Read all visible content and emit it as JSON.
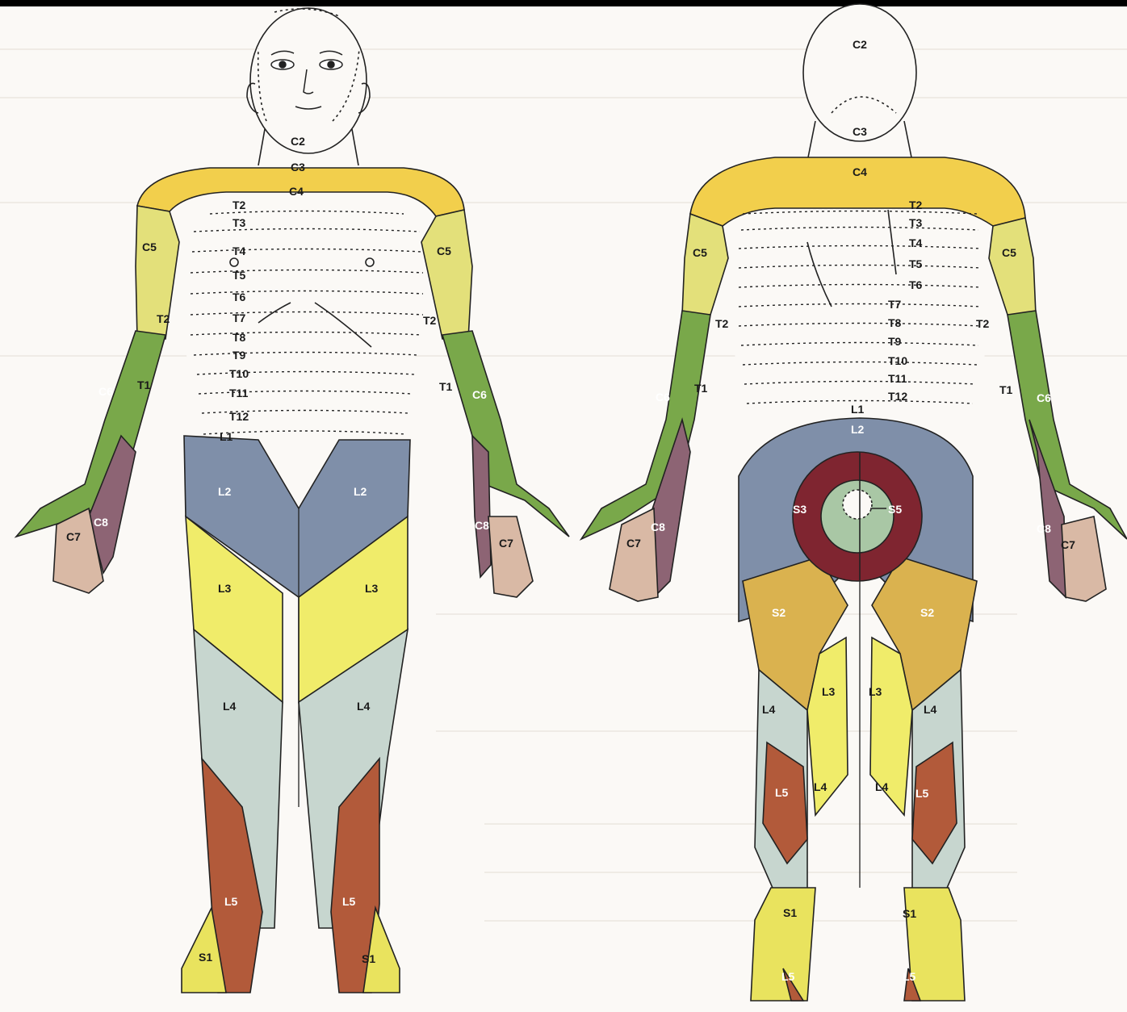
{
  "colors": {
    "C4": "#f2cf4c",
    "C5": "#e3e07a",
    "C6": "#79a84a",
    "C7": "#d9b9a5",
    "C8": "#8d6474",
    "L2": "#7f8fa9",
    "L3": "#f0ec6a",
    "L4": "#c7d6cf",
    "L5": "#b25a3a",
    "S1": "#e9e35e",
    "S2": "#dab24f",
    "S3": "#7f2530",
    "S5": "#a9c7a5",
    "outline": "#222222",
    "background": "#fbf9f6"
  },
  "front": {
    "neck": [
      "C2",
      "C3",
      "C4"
    ],
    "thoracic": [
      "T2",
      "T3",
      "T4",
      "T5",
      "T6",
      "T7",
      "T8",
      "T9",
      "T10",
      "T11",
      "T12",
      "L1"
    ],
    "arm_labels": [
      "C5",
      "T2",
      "C6",
      "T1",
      "C7",
      "C8"
    ],
    "leg_labels": [
      "L2",
      "L3",
      "L4",
      "L5",
      "S1"
    ]
  },
  "back": {
    "neck": [
      "C2",
      "C3",
      "C4"
    ],
    "thoracic": [
      "T2",
      "T3",
      "T4",
      "T5",
      "T6",
      "T7",
      "T8",
      "T9",
      "T10",
      "T11",
      "T12",
      "L1",
      "L2"
    ],
    "arm_labels": [
      "C5",
      "T2",
      "C6",
      "T1",
      "C7",
      "C8"
    ],
    "sacral": [
      "S3",
      "S5",
      "S2"
    ],
    "leg_labels": [
      "L3",
      "L4",
      "L5",
      "S1"
    ]
  }
}
